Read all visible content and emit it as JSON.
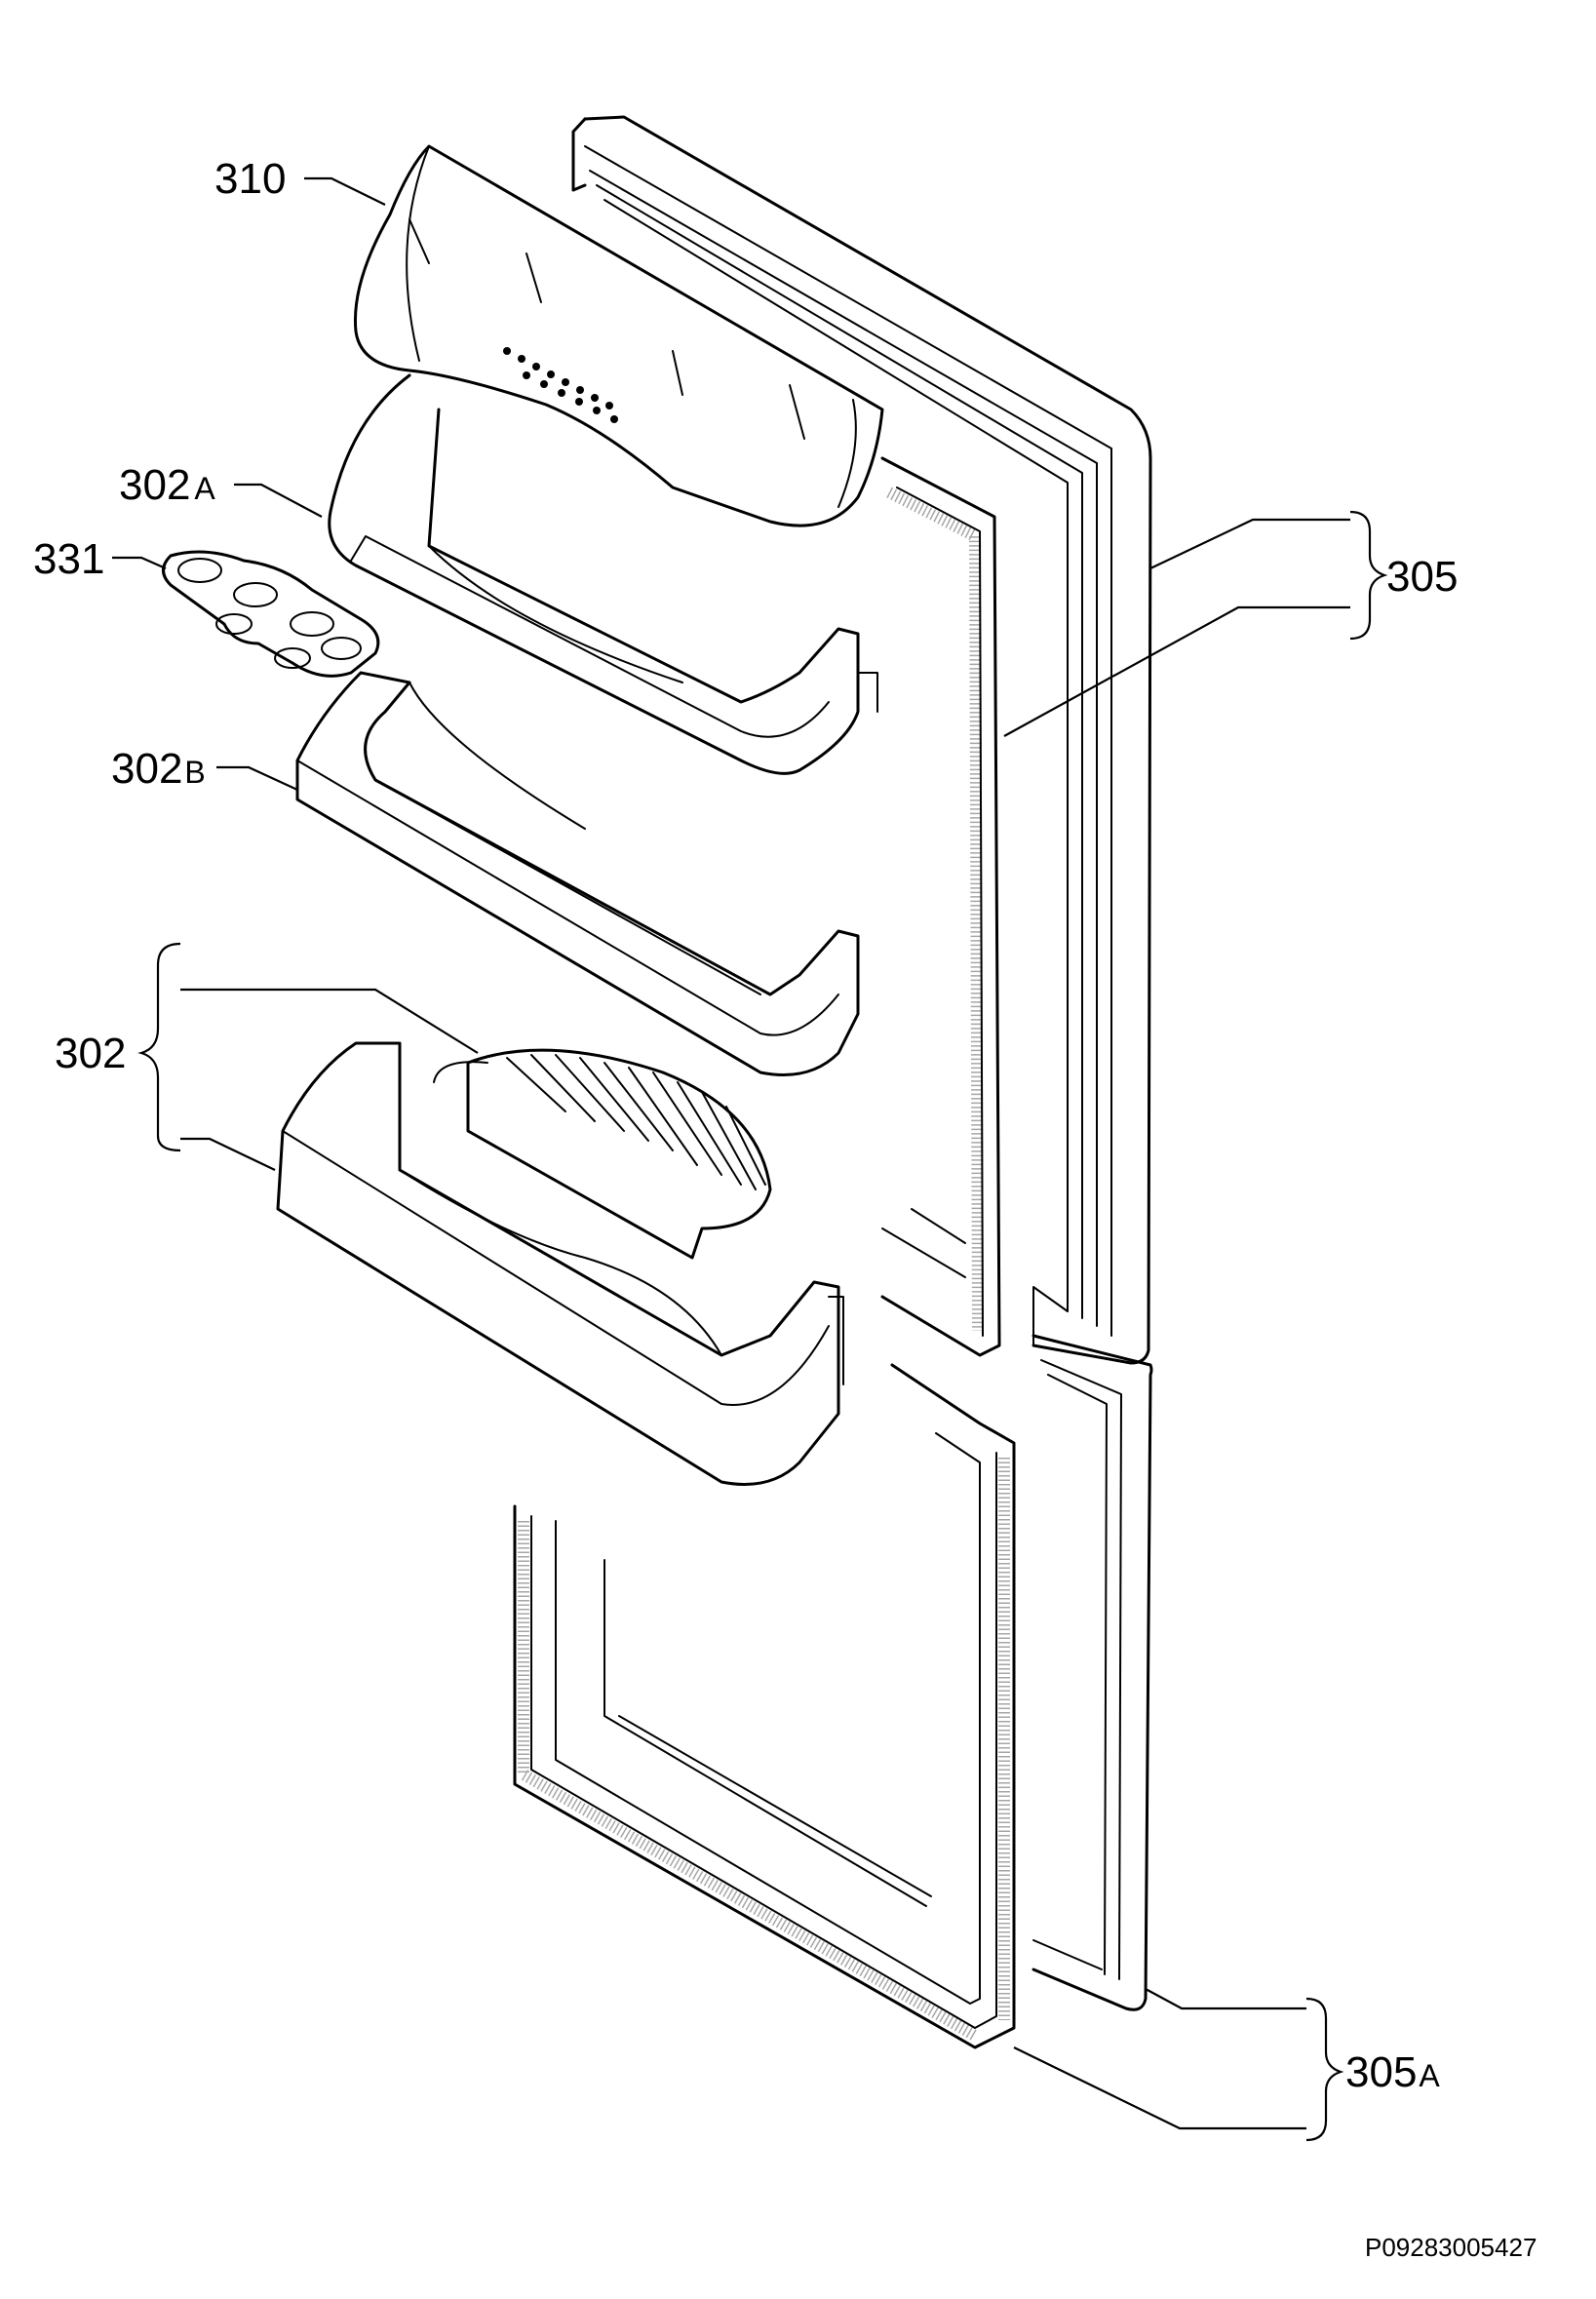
{
  "diagram": {
    "labels": {
      "p310": "310",
      "p302A_num": "302",
      "p302A_suffix": "A",
      "p331": "331",
      "p302B_num": "302",
      "p302B_suffix": "B",
      "p302": "302",
      "p305": "305",
      "p305A_num": "305",
      "p305A_suffix": "A"
    },
    "drawing_code": "P09283005427"
  }
}
